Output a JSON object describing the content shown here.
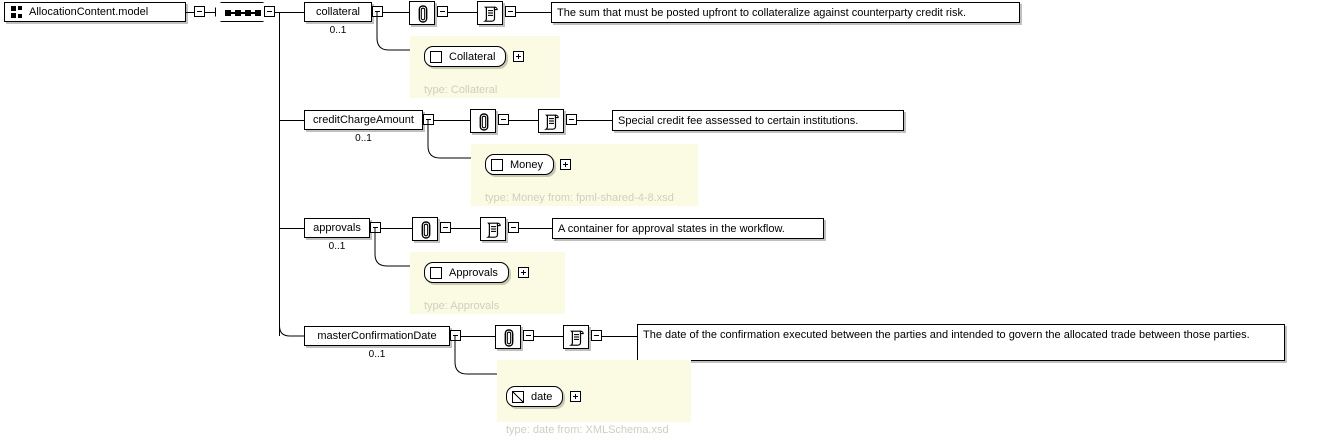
{
  "diagram": {
    "title": "AllocationContent.model",
    "root": {
      "label": "AllocationContent.model",
      "icon": "model-group-icon"
    },
    "compositor": {
      "name": "sequence-compositor",
      "icon": "sequence-icon"
    },
    "expander_collapsed_symbol": "+",
    "expander_expanded_symbol": "-",
    "rows": [
      {
        "element": "collateral",
        "cardinality": "0..1",
        "annotation_icon": "annotation-paperclip-icon",
        "documentation_icon": "documentation-scroll-icon",
        "documentation": "The sum that must be posted upfront to collateralize against counterparty credit risk.",
        "type_name": "Collateral",
        "type_kind": "complex",
        "type_caption": "type: Collateral"
      },
      {
        "element": "creditChargeAmount",
        "cardinality": "0..1",
        "annotation_icon": "annotation-paperclip-icon",
        "documentation_icon": "documentation-scroll-icon",
        "documentation": "Special credit fee assessed to certain institutions.",
        "type_name": "Money",
        "type_kind": "complex",
        "type_caption": "type: Money from: fpml-shared-4-8.xsd"
      },
      {
        "element": "approvals",
        "cardinality": "0..1",
        "annotation_icon": "annotation-paperclip-icon",
        "documentation_icon": "documentation-scroll-icon",
        "documentation": "A container for approval states in the workflow.",
        "type_name": "Approvals",
        "type_kind": "complex",
        "type_caption": "type: Approvals"
      },
      {
        "element": "masterConfirmationDate",
        "cardinality": "0..1",
        "annotation_icon": "annotation-paperclip-icon",
        "documentation_icon": "documentation-scroll-icon",
        "documentation": "The date of the confirmation executed between the parties and intended to govern the allocated trade between those parties.",
        "type_name": "date",
        "type_kind": "simple",
        "type_caption": "type: date from: XMLSchema.xsd"
      }
    ],
    "colors": {
      "background": "#ffffff",
      "line": "#000000",
      "shadow": "#c0c0c0",
      "type_panel": "#fbfbe4",
      "type_caption": "#cfcfbe"
    }
  }
}
